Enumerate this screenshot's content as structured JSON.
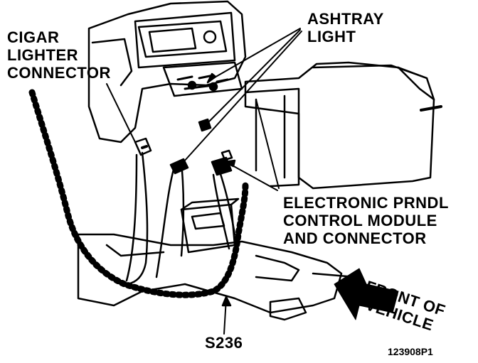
{
  "labels": {
    "cigar_lighter": [
      "CIGAR",
      "LIGHTER",
      "CONNECTOR"
    ],
    "ashtray": [
      "ASHTRAY",
      "LIGHT"
    ],
    "prndl": [
      "ELECTRONIC PRNDL",
      "CONTROL MODULE",
      "AND CONNECTOR"
    ],
    "front": [
      "FRONT OF",
      "VEHICLE"
    ],
    "splice": "S236",
    "figure_id": "123908P1"
  },
  "colors": {
    "ink": "#000000",
    "paper": "#ffffff"
  }
}
